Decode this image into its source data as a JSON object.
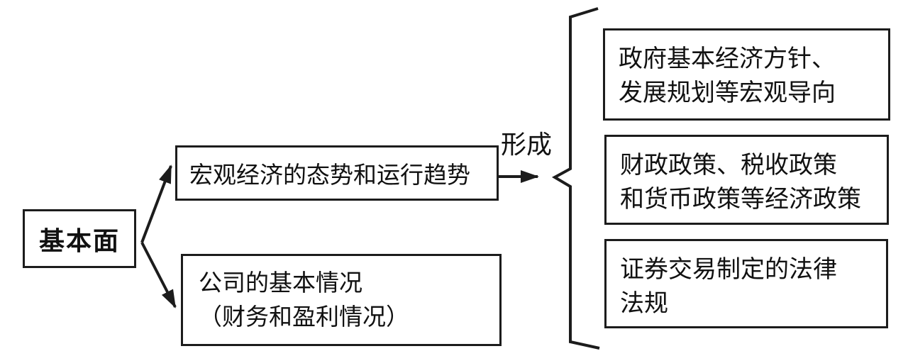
{
  "diagram": {
    "root_box": {
      "label": "基本面"
    },
    "branch_boxes": {
      "macro": {
        "line1": "宏观经济的态势和运行趋势"
      },
      "company": {
        "line1": "公司的基本情况",
        "line2": "（财务和盈利情况）"
      }
    },
    "arrow_label": "形成",
    "outcome_boxes": [
      {
        "line1": "政府基本经济方针、",
        "line2": "发展规划等宏观导向"
      },
      {
        "line1": "财政政策、税收政策",
        "line2": "和货币政策等经济政策"
      },
      {
        "line1": "证券交易制定的法律",
        "line2": "法规"
      }
    ],
    "colors": {
      "line": "#1c1c1c",
      "text": "#111111",
      "background": "#ffffff"
    }
  }
}
